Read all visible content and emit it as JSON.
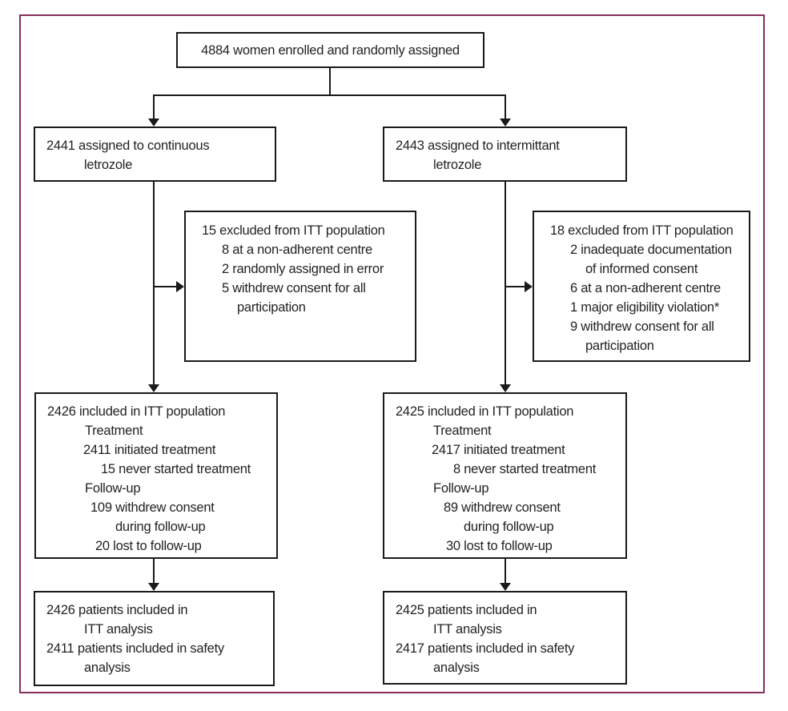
{
  "colors": {
    "frame_border": "#862d59",
    "box_border": "#1a1a1a",
    "text": "#231f20",
    "background": "#ffffff"
  },
  "boxes": {
    "enrolled": {
      "lines": [
        {
          "text": "4884 women enrolled and randomly assigned",
          "indent": 0
        }
      ]
    },
    "assigned_continuous": {
      "lines": [
        {
          "text": "2441 assigned to continuous",
          "indent": 0
        },
        {
          "text": "letrozole",
          "indent": 47
        }
      ]
    },
    "assigned_intermittent": {
      "lines": [
        {
          "text": "2443 assigned to intermittant",
          "indent": 0
        },
        {
          "text": "letrozole",
          "indent": 47
        }
      ]
    },
    "excluded_continuous": {
      "lines": [
        {
          "text": "15 excluded from ITT population",
          "indent": 0
        },
        {
          "text": "8 at a non-adherent centre",
          "indent": 25
        },
        {
          "text": "2 randomly assigned in error",
          "indent": 25
        },
        {
          "text": "5 withdrew consent for all",
          "indent": 25
        },
        {
          "text": "participation",
          "indent": 44
        }
      ]
    },
    "excluded_intermittent": {
      "lines": [
        {
          "text": "18 excluded from ITT population",
          "indent": 0
        },
        {
          "text": "2 inadequate documentation",
          "indent": 25
        },
        {
          "text": "of informed consent",
          "indent": 44
        },
        {
          "text": "6 at a non-adherent centre",
          "indent": 25
        },
        {
          "text": "1 major eligibility violation*",
          "indent": 25
        },
        {
          "text": "9 withdrew consent for all",
          "indent": 25
        },
        {
          "text": "participation",
          "indent": 44
        }
      ]
    },
    "itt_continuous": {
      "lines": [
        {
          "text": "2426 included in ITT population",
          "indent": 0
        },
        {
          "text": "Treatment",
          "indent": 47
        },
        {
          "text": "2411 initiated treatment",
          "indent": 45
        },
        {
          "text": "15 never started treatment",
          "indent": 67
        },
        {
          "text": "Follow-up",
          "indent": 47
        },
        {
          "text": "109 withdrew consent",
          "indent": 54
        },
        {
          "text": "during follow-up",
          "indent": 85
        },
        {
          "text": "20 lost to follow-up",
          "indent": 60
        }
      ]
    },
    "itt_intermittent": {
      "lines": [
        {
          "text": "2425 included in ITT population",
          "indent": 0
        },
        {
          "text": "Treatment",
          "indent": 47
        },
        {
          "text": "2417 initiated treatment",
          "indent": 45
        },
        {
          "text": "8 never started treatment",
          "indent": 72
        },
        {
          "text": "Follow-up",
          "indent": 47
        },
        {
          "text": "89 withdrew consent",
          "indent": 60
        },
        {
          "text": "during follow-up",
          "indent": 85
        },
        {
          "text": "30 lost to follow-up",
          "indent": 63
        }
      ]
    },
    "analysis_continuous": {
      "lines": [
        {
          "text": "2426 patients included in",
          "indent": 0
        },
        {
          "text": "ITT analysis",
          "indent": 47
        },
        {
          "text": "2411 patients included in safety",
          "indent": 0
        },
        {
          "text": "analysis",
          "indent": 47
        }
      ]
    },
    "analysis_intermittent": {
      "lines": [
        {
          "text": "2425 patients included in",
          "indent": 0
        },
        {
          "text": "ITT analysis",
          "indent": 47
        },
        {
          "text": "2417 patients included in safety",
          "indent": 0
        },
        {
          "text": "analysis",
          "indent": 47
        }
      ]
    }
  }
}
